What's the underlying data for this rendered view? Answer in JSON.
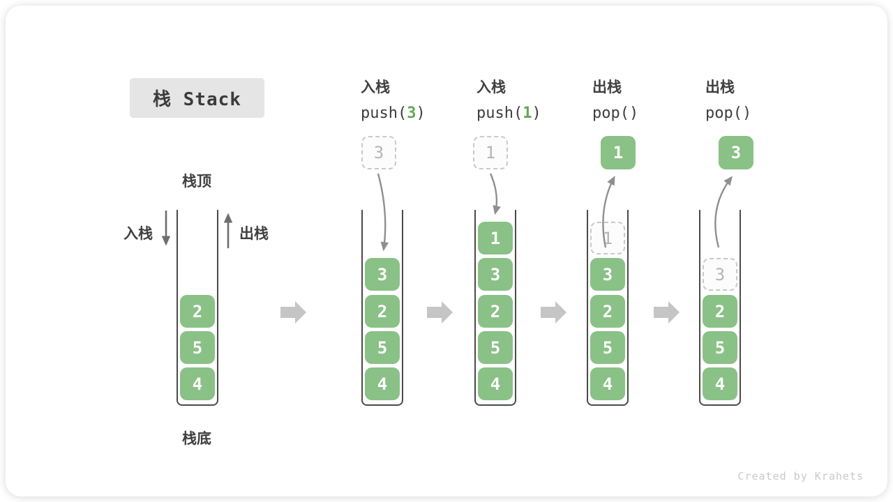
{
  "title": "栈 Stack",
  "watermark": "Created by Krahets",
  "stack_labels": {
    "top": "栈顶",
    "bottom": "栈底"
  },
  "side_arrows": {
    "push": "入栈",
    "pop": "出栈"
  },
  "colors": {
    "block_green": "#8ac186",
    "code_green": "#62a855",
    "ghost_border": "#c9c9c9",
    "ghost_text": "#b5b5b5",
    "wall_gray": "#4a4a4a",
    "flow_arrow_gray": "#c5c5c5",
    "curve_arrow_gray": "#8f8f8f",
    "label_dark": "#3f3f3f"
  },
  "operations": [
    {
      "label": "入栈",
      "code_prefix": "push(",
      "code_arg": "3",
      "code_suffix": ")"
    },
    {
      "label": "入栈",
      "code_prefix": "push(",
      "code_arg": "1",
      "code_suffix": ")"
    },
    {
      "label": "出栈",
      "code_prefix": "pop(",
      "code_arg": "",
      "code_suffix": ")"
    },
    {
      "label": "出栈",
      "code_prefix": "pop(",
      "code_arg": "",
      "code_suffix": ")"
    }
  ],
  "stages": [
    {
      "blocks": [
        "2",
        "5",
        "4"
      ]
    },
    {
      "incoming_value": "3",
      "blocks": [
        "3",
        "2",
        "5",
        "4"
      ]
    },
    {
      "incoming_value": "1",
      "blocks": [
        "1",
        "3",
        "2",
        "5",
        "4"
      ]
    },
    {
      "outgoing_value": "1",
      "ghost_value": "1",
      "blocks": [
        "3",
        "2",
        "5",
        "4"
      ]
    },
    {
      "outgoing_value": "3",
      "ghost_value": "3",
      "blocks": [
        "2",
        "5",
        "4"
      ]
    }
  ]
}
